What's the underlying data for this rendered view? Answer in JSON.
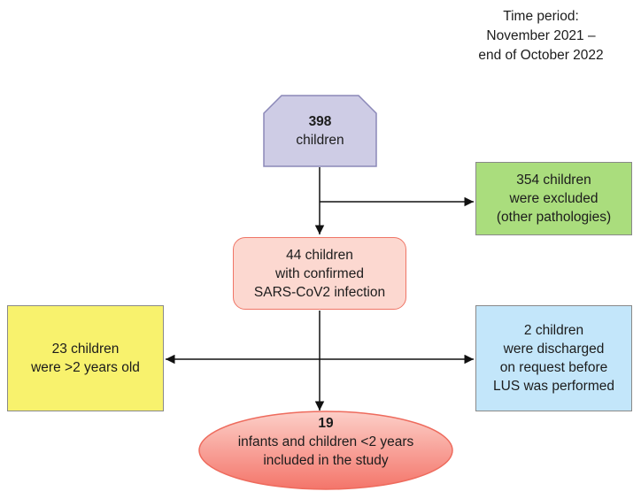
{
  "canvas": {
    "background": "#ffffff",
    "text_color": "#1c1c1c",
    "arrow_color": "#111111"
  },
  "time_period": {
    "lines": [
      "Time period:",
      "November 2021 –",
      "end of October 2022"
    ]
  },
  "nodes": {
    "total": {
      "value": "398",
      "label": "children",
      "fill": "#cecce5",
      "border": "#8b88b8"
    },
    "excluded": {
      "lines": [
        "354 children",
        "were excluded",
        "(other pathologies)"
      ],
      "fill": "#aadd7d",
      "border": "#898989"
    },
    "confirmed": {
      "lines": [
        "44 children",
        "with confirmed",
        "SARS-CoV2 infection"
      ],
      "fill": "#fcd8d0",
      "border": "#ef7566"
    },
    "older": {
      "lines": [
        "23 children",
        "were >2 years old"
      ],
      "fill": "#f8f26d",
      "border": "#898989"
    },
    "discharged": {
      "lines": [
        "2 children",
        "were discharged",
        "on request before",
        "LUS was performed"
      ],
      "fill": "#c3e6fa",
      "border": "#898989"
    },
    "included": {
      "value": "19",
      "lines": [
        "infants and children <2 years",
        "included in the study"
      ],
      "fill_top": "#fccfc8",
      "fill_bottom": "#f4756a",
      "border": "#ee6b5d"
    }
  }
}
